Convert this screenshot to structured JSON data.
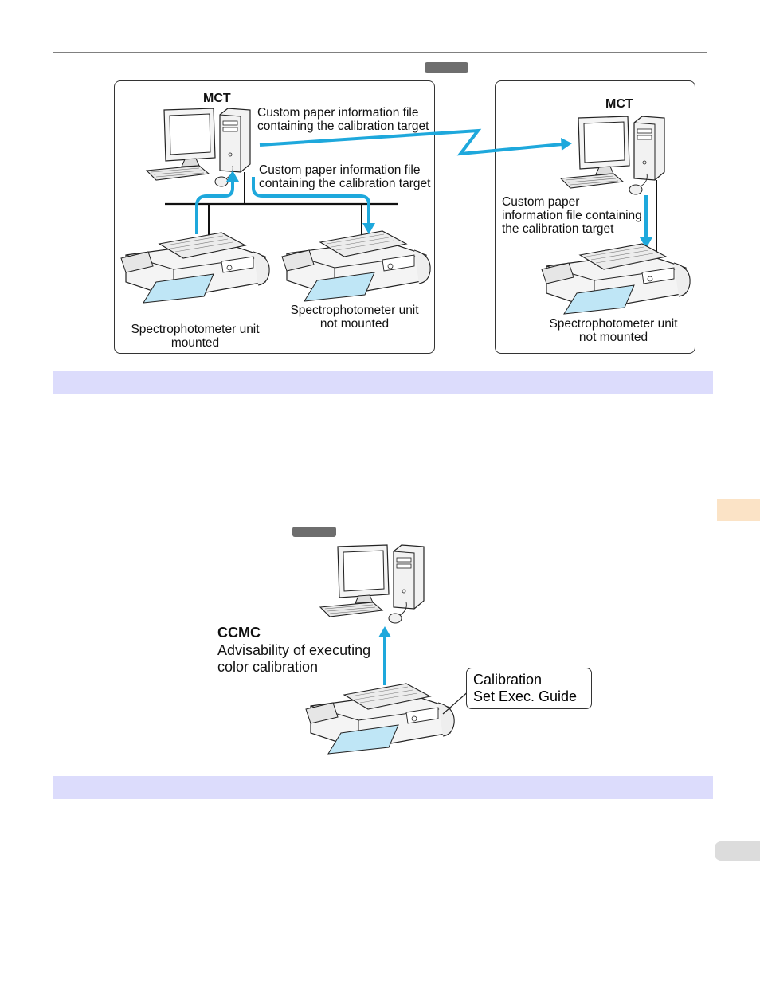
{
  "diagram1": {
    "left_box": {
      "mct_label": "MCT",
      "note_top": [
        "Custom paper information file",
        "containing the calibration target"
      ],
      "note_mid": [
        "Custom paper information file",
        "containing the calibration target"
      ],
      "printer_left_caption": [
        "Spectrophotometer unit",
        "mounted"
      ],
      "printer_right_caption": [
        "Spectrophotometer unit",
        "not mounted"
      ]
    },
    "right_box": {
      "mct_label": "MCT",
      "note": [
        "Custom paper",
        "information file containing",
        "the calibration target"
      ],
      "printer_caption": [
        "Spectrophotometer unit",
        "not mounted"
      ]
    }
  },
  "diagram2": {
    "ccmc_title": "CCMC",
    "ccmc_text": [
      "Advisability of executing",
      "color calibration"
    ],
    "callout": [
      "Calibration",
      "Set Exec. Guide"
    ]
  },
  "colors": {
    "arrow": "#1ea8dc",
    "band": "#dcdcfc",
    "sidetab_top": "#fbe3c6",
    "sidetab_bottom": "#dcdcdc"
  },
  "icons": [
    "computer-icon",
    "printer-icon",
    "arrow-icon"
  ]
}
